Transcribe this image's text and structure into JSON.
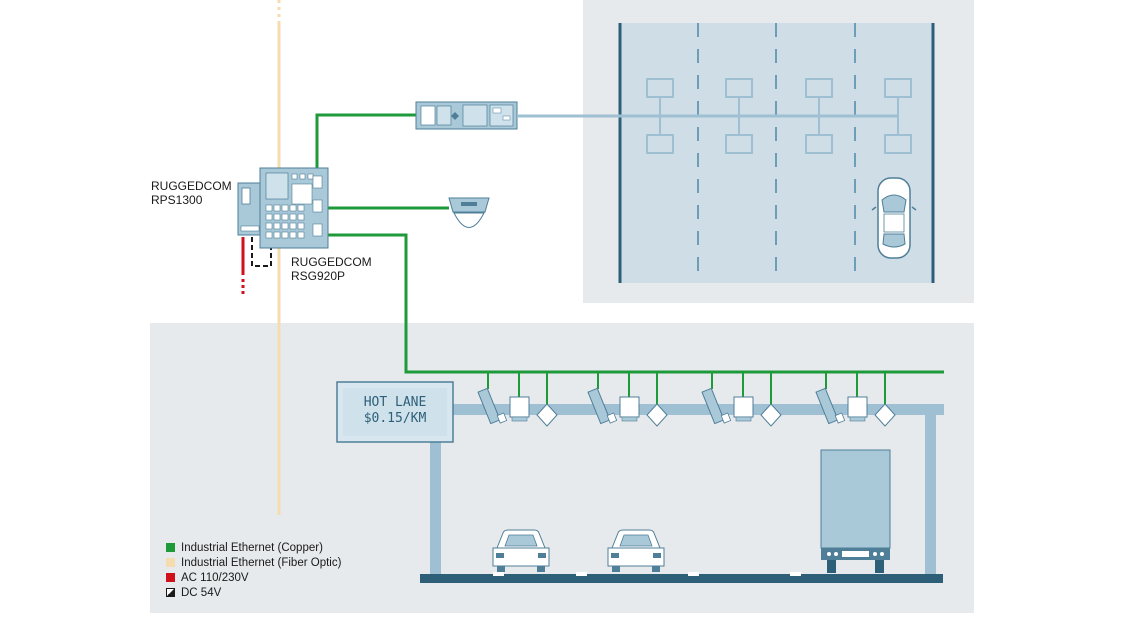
{
  "labels": {
    "rps_line1": "RUGGEDCOM",
    "rps_line2": "RPS1300",
    "rsg_line1": "RUGGEDCOM",
    "rsg_line2": "RSG920P"
  },
  "sign": {
    "line1": "HOT LANE",
    "line2": "$0.15/KM"
  },
  "legend": [
    {
      "label": "Industrial Ethernet (Copper)",
      "color": "#1f9a3a"
    },
    {
      "label": "Industrial Ethernet (Fiber Optic)",
      "color": "#f5dcb0"
    },
    {
      "label": "AC 110/230V",
      "color": "#d0101b"
    },
    {
      "label": "DC 54V",
      "color": "#1a1a1a"
    }
  ],
  "colors": {
    "copper": "#1f9a3a",
    "fiber": "#f5dcb0",
    "ac": "#d0101b",
    "panel": "#e7eaed",
    "road": "#cfdde7",
    "device": "#a9c8d8",
    "deviceStroke": "#4f7f98",
    "structure": "#9fbfd3",
    "deck": "#2e5f78"
  }
}
